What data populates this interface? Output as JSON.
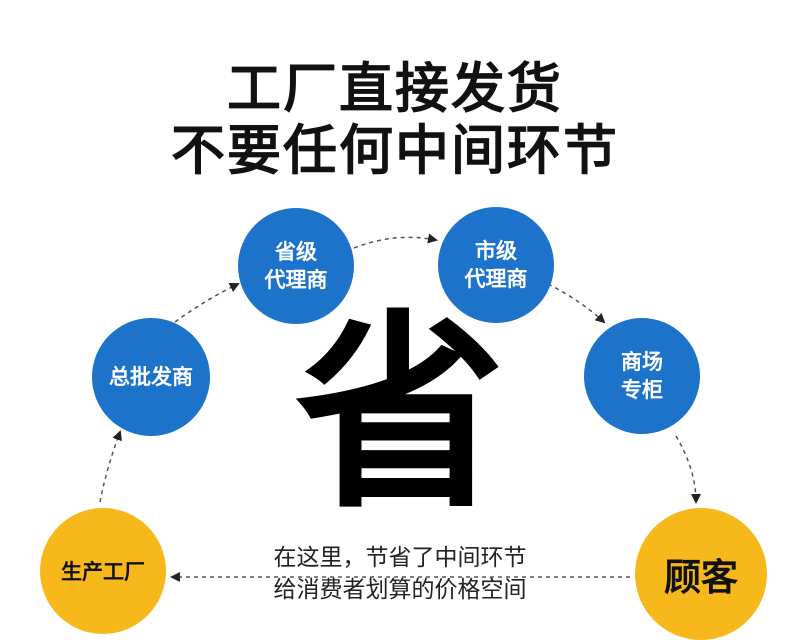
{
  "title": {
    "line1": "工厂直接发货",
    "line2": "不要任何中间环节"
  },
  "nodes": {
    "wholesaler": {
      "label": "总批发商"
    },
    "provincial_agent": {
      "line1": "省级",
      "line2": "代理商"
    },
    "city_agent": {
      "line1": "市级",
      "line2": "代理商"
    },
    "mall_counter": {
      "line1": "商场",
      "line2": "专柜"
    },
    "factory": {
      "label": "生产工厂"
    },
    "customer": {
      "label": "顾客"
    }
  },
  "center_char": "省",
  "note": {
    "line1": "在这里，节省了中间环节",
    "line2": "给消费者划算的价格空间"
  },
  "colors": {
    "blue_node": "#1d72c9",
    "yellow_node": "#f7b81c",
    "arrow": "#555555"
  }
}
